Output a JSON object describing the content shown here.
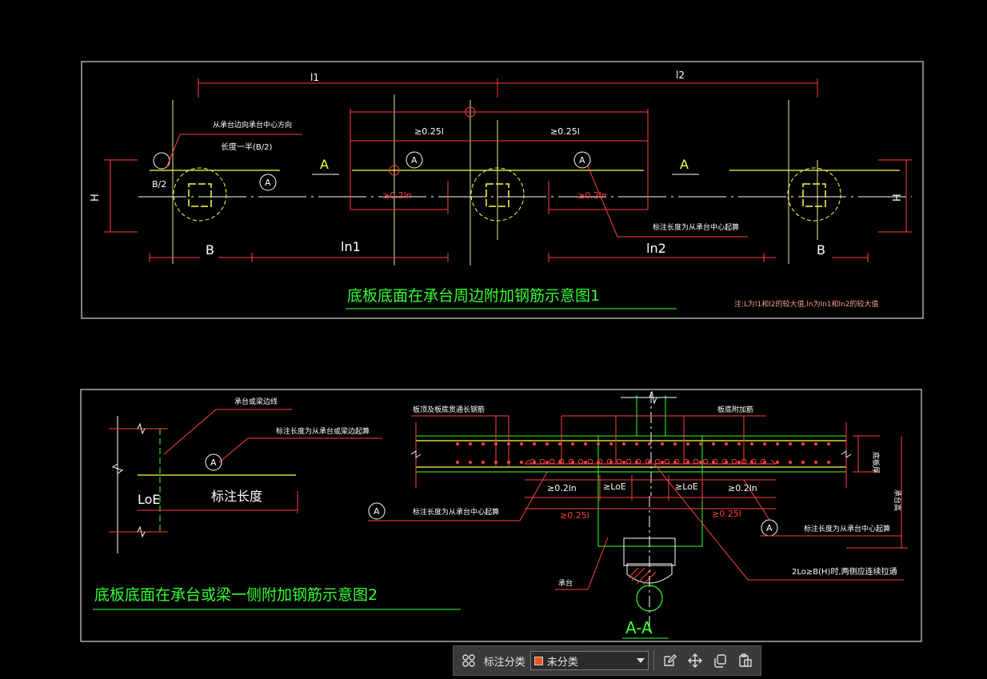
{
  "drawing1": {
    "dim_l1": "l1",
    "dim_l2": "l2",
    "note_half_width_1": "从承台边向承台中心方向",
    "note_half_width_2": "长度一半(B/2)",
    "label_b2": "B/2",
    "section_a": "A",
    "label_h": "H",
    "label_b": "B",
    "label_ln1": "ln1",
    "label_ln2": "ln2",
    "dim_025l": "≥0.25l",
    "dim_02ln": "≥0.2ln",
    "marker_a": "A",
    "note_center": "标注长度为从承台中心起算",
    "title": "底板底面在承台周边附加钢筋示意图1",
    "footnote": "注:L为l1和l2的较大值,ln为ln1和ln2的较大值"
  },
  "drawing2": {
    "note_edge": "承台或梁边线",
    "note_edge_start": "标注长度为从承台或梁边起算",
    "marker_a": "A",
    "label_loe": "LoE",
    "label_len": "标注长度",
    "title": "底板底面在承台或梁一侧附加钢筋示意图2",
    "note_top_through": "板顶及板底贯通长钢筋",
    "note_bottom_add": "板底附加筋",
    "label_slab_thk": "底板厚",
    "label_cap_height": "承台高",
    "dim_02ln": "≥0.2ln",
    "dim_loe": "≥LoE",
    "dim_025l": "≥0.25l",
    "note_center_left": "标注长度为从承台中心起算",
    "note_center_right": "标注长度为从承台中心起算",
    "label_cap": "承台",
    "note_2lo": "2Lo≥B(H)时,两侧应连续拉通",
    "section_title": "A-A"
  },
  "toolbar": {
    "category_label": "标注分类",
    "category_value": "未分类",
    "swatch_color": "#e8541c"
  },
  "colors": {
    "frame": "#ffffff",
    "rebar": "#ffff4d",
    "dim": "#ff4040",
    "text": "#ffffff",
    "title": "#33ff33",
    "axis": "#e8e8a0"
  }
}
